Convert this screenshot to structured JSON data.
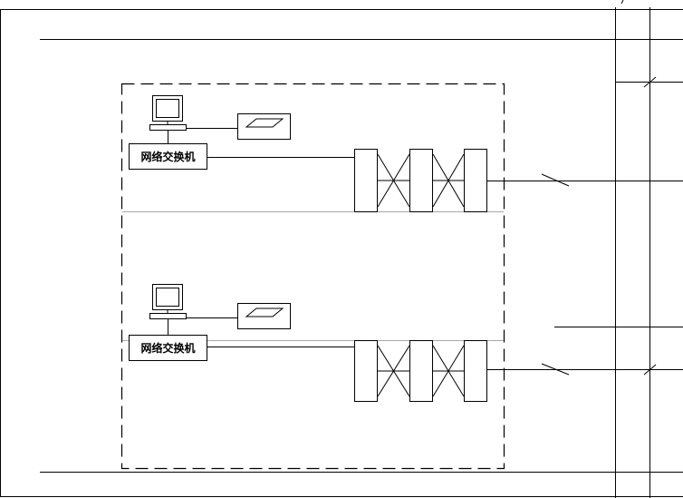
{
  "diagram": {
    "switch_label": "网络交换机",
    "units": [
      {
        "id": "upper",
        "switch_label": "网络交换机"
      },
      {
        "id": "lower",
        "switch_label": "网络交换机"
      }
    ]
  }
}
